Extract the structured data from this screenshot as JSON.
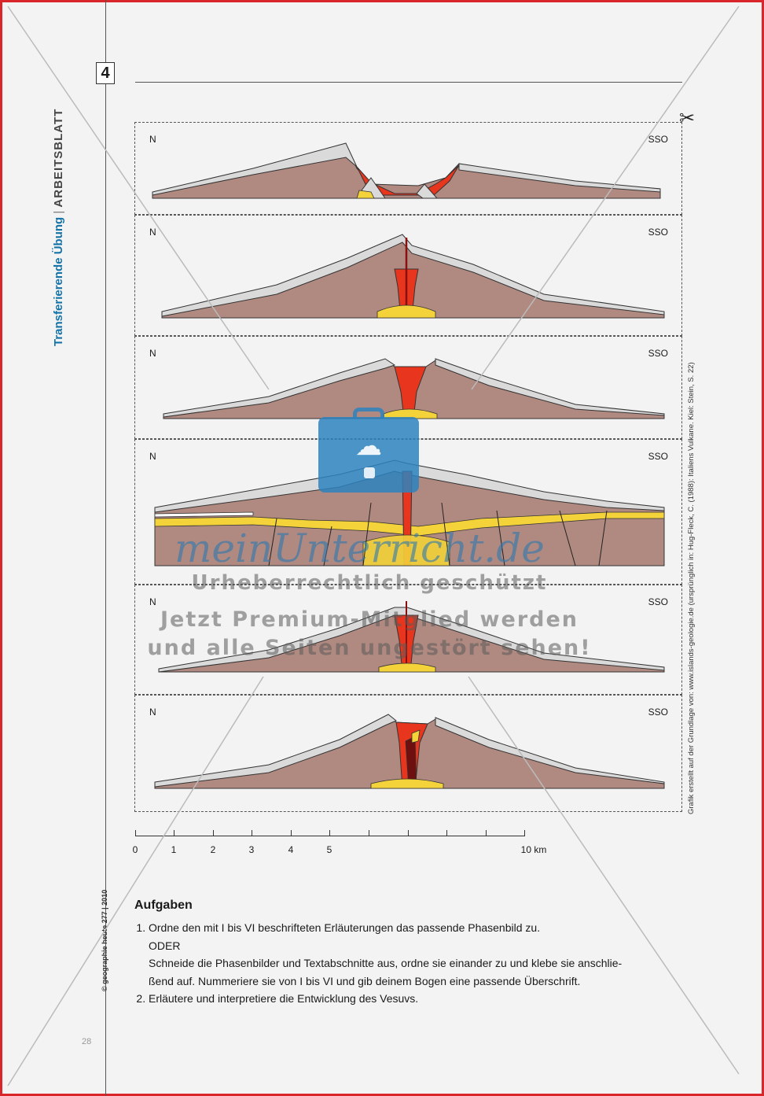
{
  "page_number_box": "4",
  "side_title": {
    "main": "Transferierende Übung",
    "separator": " | ",
    "sub": "ARBEITSBLATT"
  },
  "copyright": "© geographie heute 277 | 2010",
  "page_number": "28",
  "credit": "Grafik erstellt auf der Grundlage von: www.islands-geologie.de (ursprünglich in: Hug-Fleck, C. (1988): Italiens Vulkane. Kiel: Stein, S. 22)",
  "panels": [
    {
      "north": "N",
      "south": "SSO"
    },
    {
      "north": "N",
      "south": "SSO"
    },
    {
      "north": "N",
      "south": "SSO"
    },
    {
      "north": "N",
      "south": "SSO"
    },
    {
      "north": "N",
      "south": "SSO"
    },
    {
      "north": "N",
      "south": "SSO"
    }
  ],
  "scale": {
    "labels": [
      "0",
      "1",
      "2",
      "3",
      "4",
      "5",
      "10 km"
    ]
  },
  "tasks": {
    "heading": "Aufgaben",
    "items": [
      {
        "line1": "Ordne den mit I bis VI beschrifteten Erläuterungen das passende Phasenbild zu.",
        "line2": "ODER",
        "line3": "Schneide die Phasenbilder und Textabschnitte aus, ordne sie einander zu und klebe sie anschlie-",
        "line4": "ßend auf. Nummeriere sie von I bis VI und gib deinem Bogen eine passende Überschrift."
      },
      {
        "line1": "Erläutere und interpretiere die Entwicklung des Vesuvs."
      }
    ]
  },
  "watermark": {
    "brand": "meinUnterricht.de",
    "line1": "Urheberrechtlich geschützt",
    "line2": "Jetzt Premium-Mitglied werden",
    "line3": "und alle Seiten ungestört sehen!"
  },
  "colors": {
    "frame": "#d9262b",
    "accent_blue": "#1473a8",
    "rock": "#b08a80",
    "ash": "#dadada",
    "magma": "#e8361e",
    "yellow": "#f3d23a"
  },
  "icons": [
    "scissors-icon",
    "briefcase-cloud-icon"
  ]
}
